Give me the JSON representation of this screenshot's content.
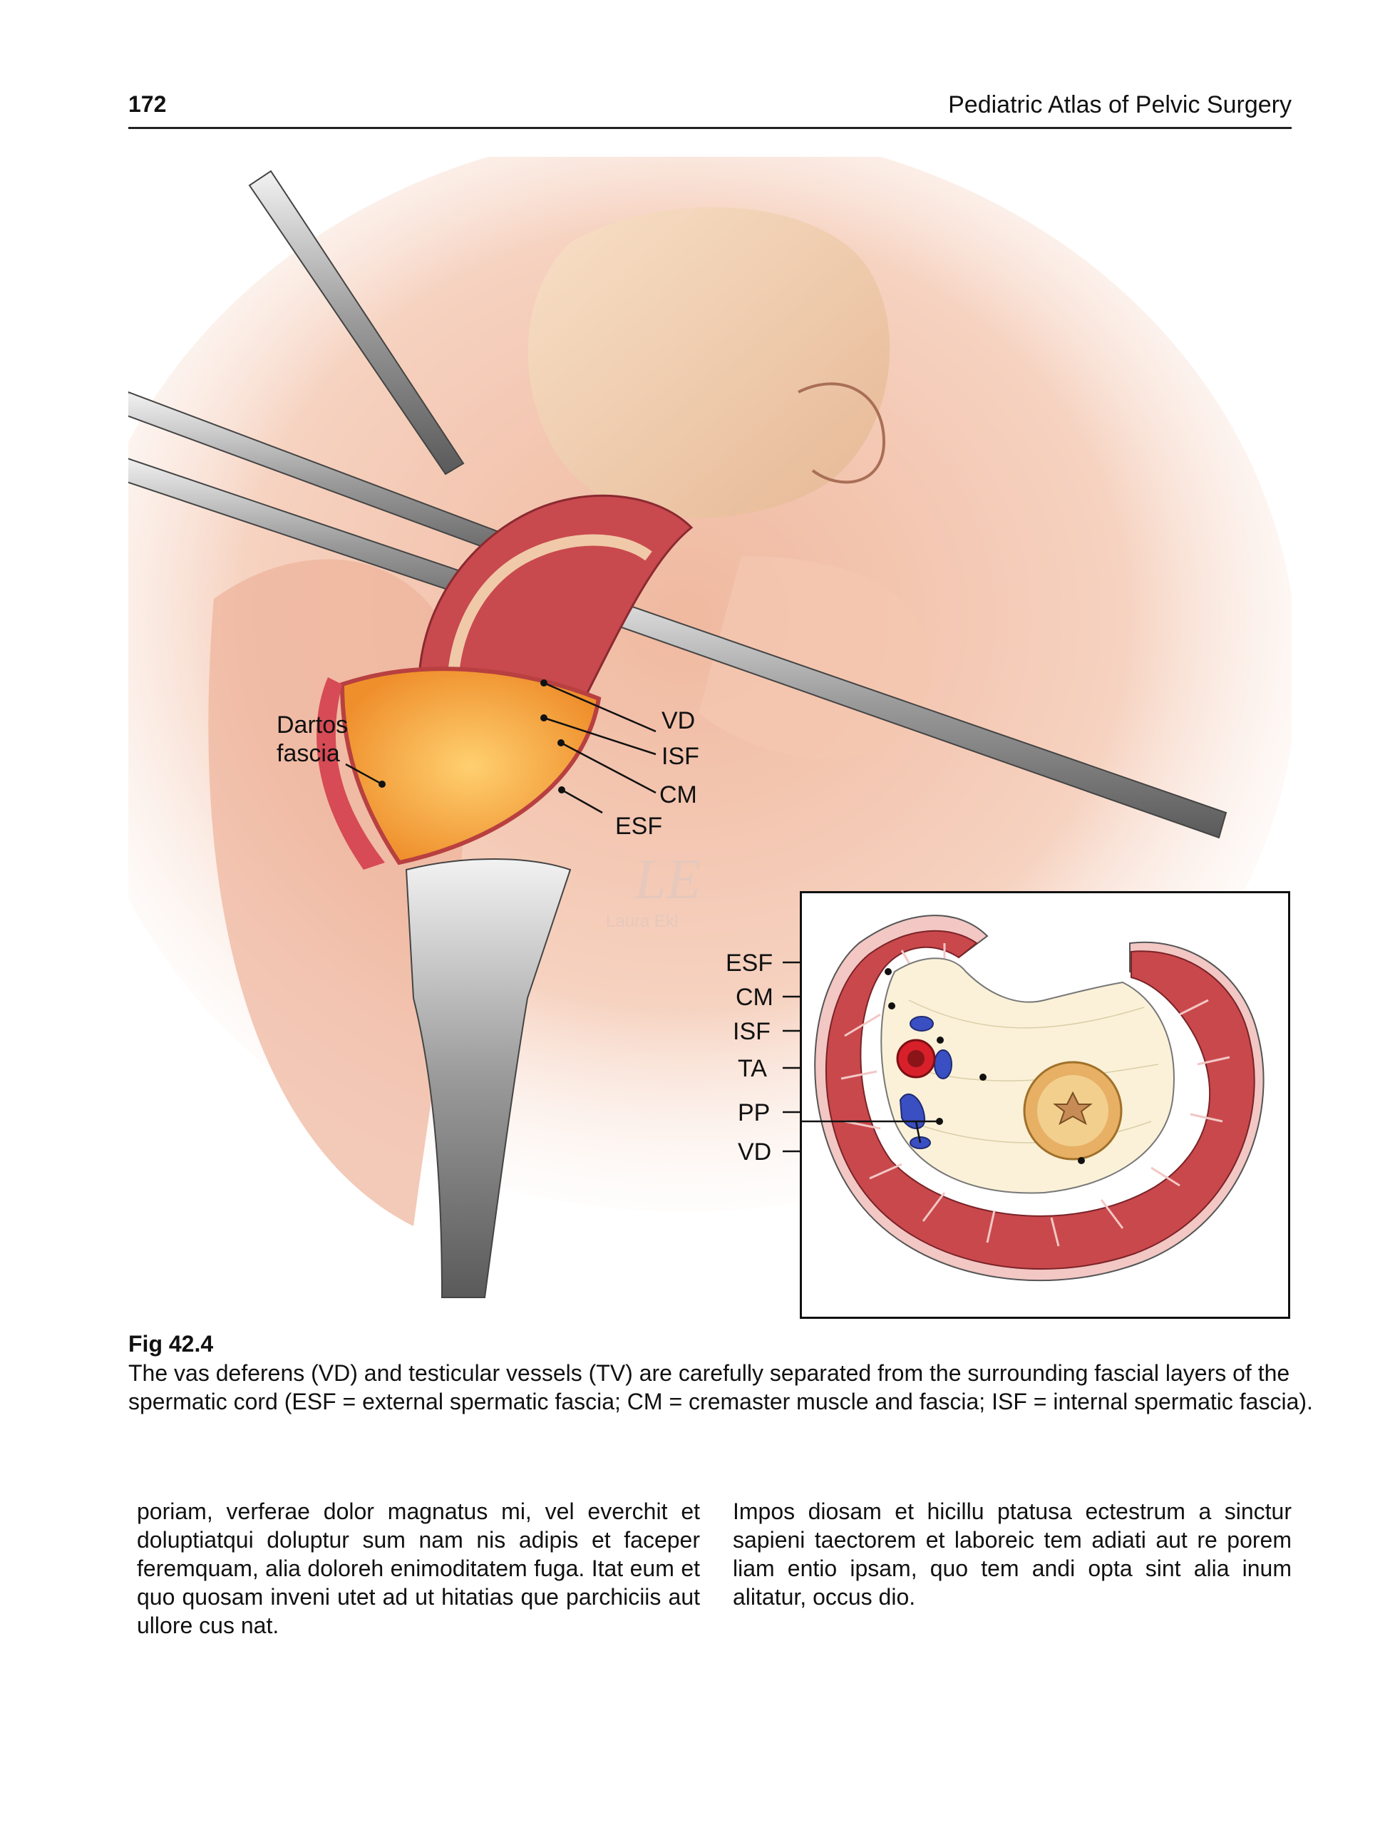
{
  "header": {
    "page_number": "172",
    "book_title": "Pediatric Atlas of Pelvic Surgery"
  },
  "figure": {
    "main_labels": {
      "dartos_line1": "Dartos",
      "dartos_line2": "fascia",
      "vd": "VD",
      "isf": "ISF",
      "cm": "CM",
      "esf": "ESF"
    },
    "inset_labels": {
      "esf": "ESF",
      "cm": "CM",
      "isf": "ISF",
      "ta": "TA",
      "pp": "PP",
      "vd": "VD"
    },
    "signature": "Laura Ekl",
    "colors": {
      "muscle": "#c9484b",
      "fascia_pink": "#f2c7c4",
      "fat": "#f0a030",
      "cord": "#fbf1d8",
      "artery": "#d8202a",
      "vein": "#3a4fc2",
      "vas": "#e7b064"
    }
  },
  "caption": {
    "label": "Fig 42.4",
    "text": "The vas deferens (VD) and testicular vessels (TV) are carefully separated from the surrounding fascial layers of the spermatic cord (ESF = external spermatic fascia; CM = cremaster muscle and fascia; ISF = internal spermatic fascia)."
  },
  "body": {
    "left_column": "poriam, verferae dolor magnatus mi, vel everchit et doluptiatqui doluptur sum nam nis adipis et faceper feremquam, alia doloreh enimoditatem fuga. Itat eum et quo quosam inveni utet ad ut hitatias que parchiciis aut ullore cus nat.",
    "right_column": "Impos diosam et hicillu ptatusa ectestrum a sinctur sapieni taectorem et laboreic tem adiati aut re porem liam entio ipsam, quo tem andi opta sint alia inum alitatur, occus dio."
  }
}
